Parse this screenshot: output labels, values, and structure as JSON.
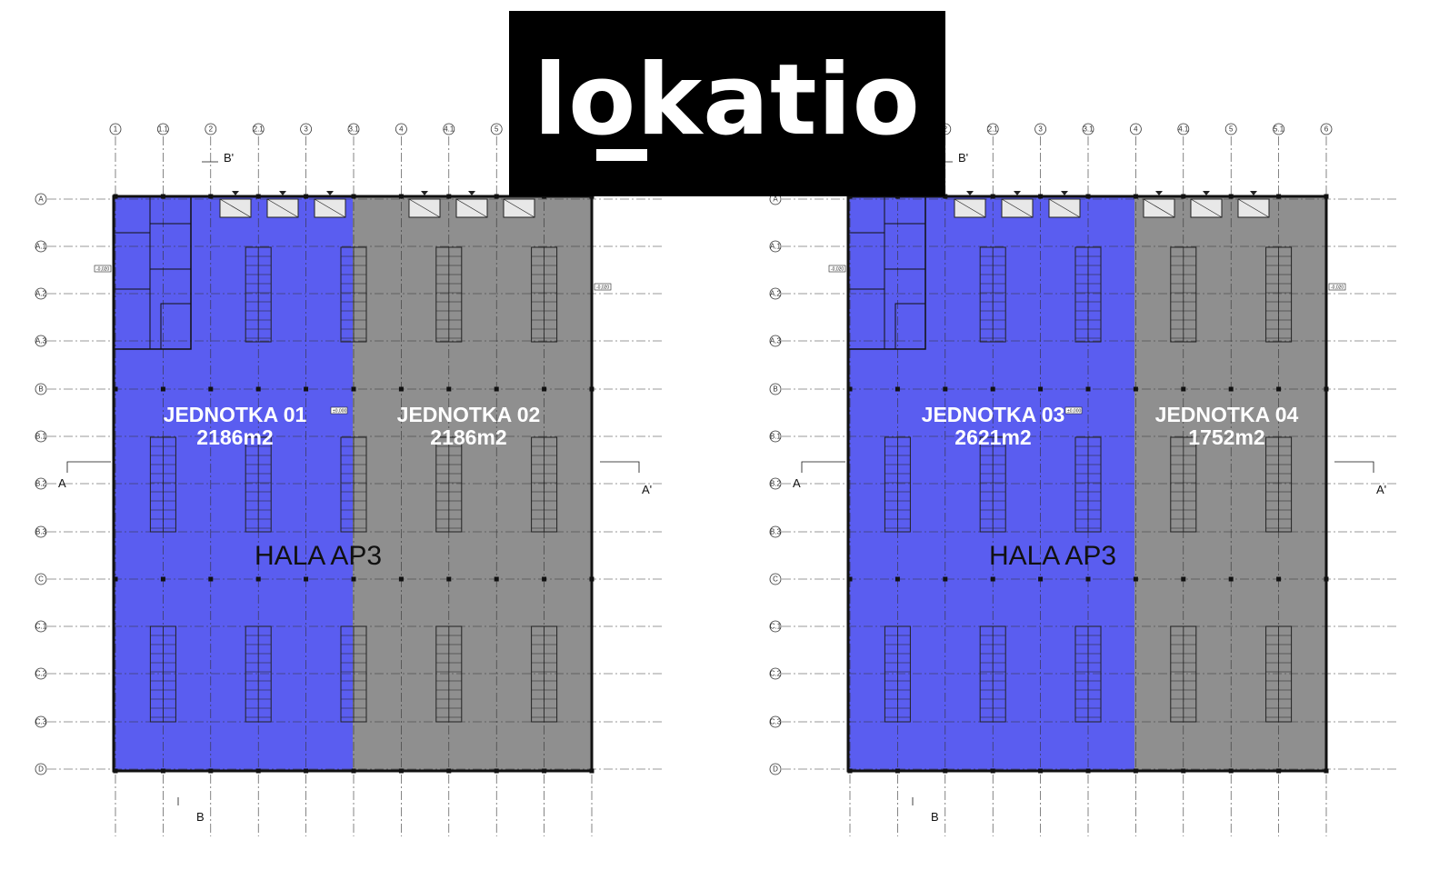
{
  "title": "HALA 2 - rozdělení",
  "logo": {
    "text": "lokatio"
  },
  "plans": [
    {
      "hall_label": "HALA AP3",
      "units": [
        {
          "name": "JEDNOTKA 01",
          "area": "2186m2",
          "color": "#5a5df0"
        },
        {
          "name": "JEDNOTKA 02",
          "area": "2186m2",
          "color": "#8f8f8f"
        }
      ]
    },
    {
      "hall_label": "HALA AP3",
      "units": [
        {
          "name": "JEDNOTKA 03",
          "area": "2621m2",
          "color": "#5a5df0"
        },
        {
          "name": "JEDNOTKA 04",
          "area": "1752m2",
          "color": "#8f8f8f"
        }
      ]
    }
  ],
  "grid": {
    "column_axes": [
      "1",
      "1.1",
      "2",
      "2.1",
      "3",
      "3.1",
      "4",
      "4.1",
      "5",
      "5.1",
      "6"
    ],
    "row_axes": [
      "A",
      "A.1",
      "A.2",
      "A.3",
      "B",
      "B.1",
      "B.2",
      "B.3",
      "C",
      "C.1",
      "C.2",
      "C.3",
      "D"
    ]
  },
  "sections": {
    "a": "A",
    "a_prime": "A'",
    "b": "B",
    "b_prime": "B'"
  },
  "level_tags": [
    "-0,020",
    "-0,020",
    "±0,000",
    "-1,200",
    "±0,000",
    "-0,020"
  ]
}
